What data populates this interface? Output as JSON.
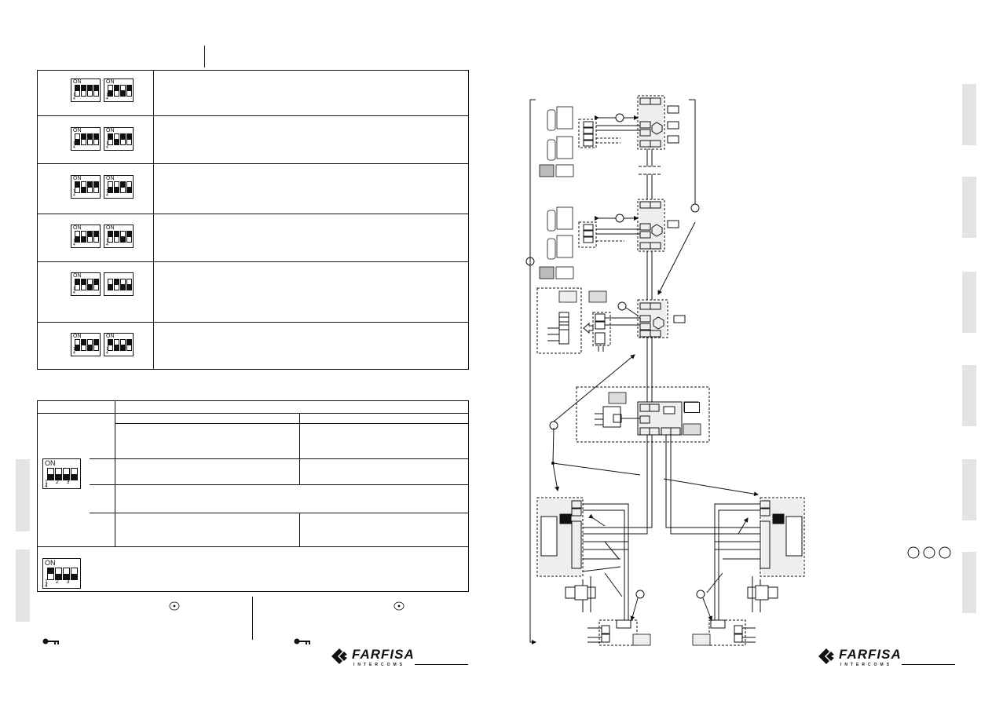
{
  "brand": {
    "name": "FARFISA",
    "tagline": "INTERCOMS"
  },
  "dip_label": {
    "on": "ON",
    "numbers": "1 2 3 4"
  },
  "colors": {
    "ink": "#111111",
    "panel": "#e4e4e4",
    "box_fill": "#eeeeee"
  },
  "icons": [
    "eye-icon",
    "key-icon",
    "farfisa-logo",
    "handset-icon",
    "monitor-icon",
    "camera-icon",
    "electric-lock-icon"
  ],
  "dip_settings": [
    {
      "left": [
        "up",
        "up",
        "up",
        "up"
      ],
      "right": [
        "dn",
        "up",
        "dn",
        "up"
      ]
    },
    {
      "left": [
        "dn",
        "up",
        "up",
        "up"
      ],
      "right": [
        "up",
        "dn",
        "up",
        "up"
      ]
    },
    {
      "left": [
        "up",
        "dn",
        "up",
        "up"
      ],
      "right": [
        "dn",
        "dn",
        "up",
        "dn"
      ]
    },
    {
      "left": [
        "dn",
        "dn",
        "up",
        "up"
      ],
      "right": [
        "up",
        "up",
        "dn",
        "up"
      ]
    },
    {
      "left": [
        "up",
        "up",
        "dn",
        "up"
      ],
      "right": [
        "dn",
        "up",
        "dn",
        "dn"
      ]
    },
    {
      "left": [
        "dn",
        "up",
        "dn",
        "up"
      ],
      "right": [
        "up",
        "dn",
        "dn",
        "up"
      ]
    }
  ],
  "lower_table_dips": [
    {
      "states": [
        "dn",
        "dn",
        "dn",
        "dn"
      ]
    },
    {
      "states": [
        "up",
        "dn",
        "dn",
        "dn"
      ]
    }
  ]
}
